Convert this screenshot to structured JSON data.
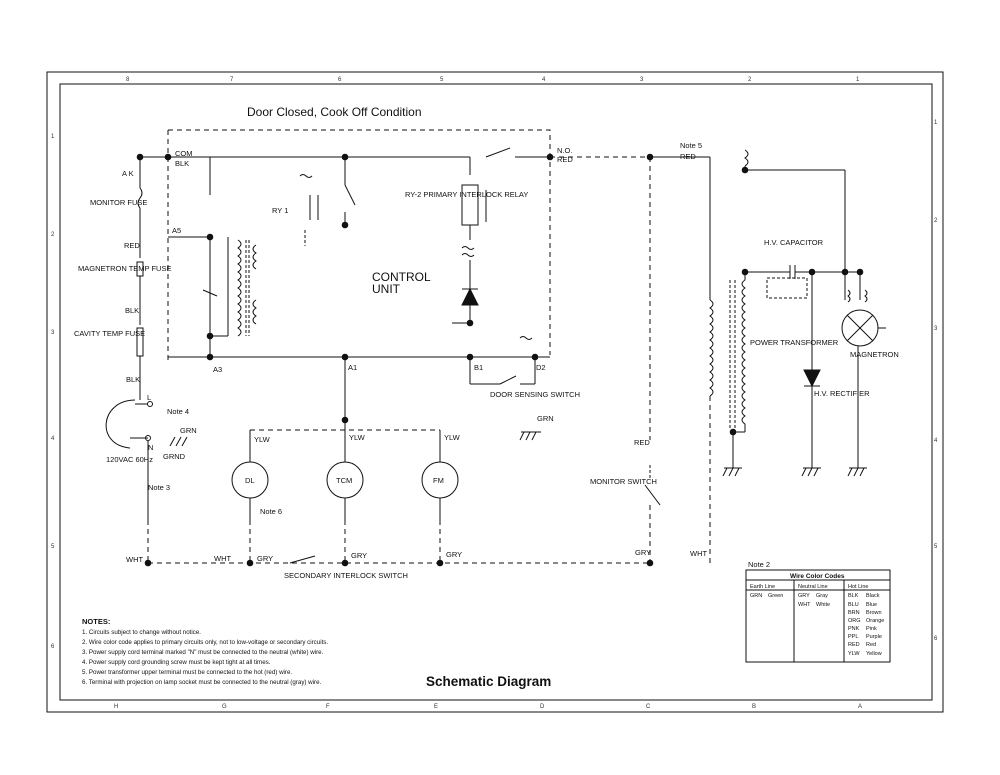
{
  "diagram": {
    "title": "Schematic Diagram",
    "condition": "Door Closed, Cook Off Condition",
    "control_unit": "CONTROL UNIT",
    "labels": {
      "com": "COM",
      "blk_top": "BLK",
      "ak": "A K",
      "monitor_fuse": "MONITOR FUSE",
      "red_left": "RED",
      "a5": "A5",
      "magnetron_temp_fuse": "MAGNETRON TEMP FUSE",
      "blk_mid": "BLK",
      "cavity_temp_fuse": "CAVITY TEMP FUSE",
      "a3": "A3",
      "a1": "A1",
      "blk_low": "BLK",
      "note4": "Note 4",
      "l": "L",
      "n": "N",
      "grn_left": "GRN",
      "grnd": "GRND",
      "vac": "120VAC 60Hz",
      "note3": "Note 3",
      "ry1": "RY 1",
      "ry2": "RY-2 PRIMARY INTERLOCK RELAY",
      "no": "N.O.",
      "red_no": "RED",
      "b1": "B1",
      "d2": "D2",
      "door_sensing_switch": "DOOR SENSING SWITCH",
      "grn_mid": "GRN",
      "ylw1": "YLW",
      "ylw2": "YLW",
      "ylw3": "YLW",
      "dl": "DL",
      "tcm": "TCM",
      "fm": "FM",
      "note6": "Note 6",
      "wht1": "WHT",
      "wht2": "WHT",
      "gry1": "GRY",
      "gry2": "GRY",
      "gry3": "GRY",
      "gry4": "GRY",
      "secondary_interlock_switch": "SECONDARY INTERLOCK SWITCH",
      "note5": "Note 5",
      "red_right": "RED",
      "red_mid": "RED",
      "monitor_switch": "MONITOR SWITCH",
      "wht_right": "WHT",
      "hv_capacitor": "H.V. CAPACITOR",
      "power_transformer": "POWER TRANSFORMER",
      "hv_rectifier": "H.V. RECTIFIER",
      "magnetron": "MAGNETRON",
      "note2": "Note 2"
    },
    "notes": {
      "heading": "NOTES:",
      "items": [
        "1. Circuits subject to change without notice.",
        "2. Wire color code applies to primary circuits only, not to low-voltage or secondary circuits.",
        "3. Power supply cord terminal marked \"N\" must be connected to the neutral (white) wire.",
        "4. Power supply cord grounding screw must be kept tight at all times.",
        "5. Power transformer upper terminal must be connected to the hot (red) wire.",
        "6. Terminal with projection on lamp socket must be connected to the neutral (gray) wire."
      ]
    },
    "wire_color_codes": {
      "title": "Wire Color Codes",
      "headers": [
        "Earth Line",
        "Neutral Line",
        "Hot Line"
      ],
      "left": [
        [
          "GRN",
          "Green"
        ]
      ],
      "mid": [
        [
          "GRY",
          "Gray"
        ],
        [
          "WHT",
          "White"
        ]
      ],
      "right": [
        [
          "BLK",
          "Black"
        ],
        [
          "BLU",
          "Blue"
        ],
        [
          "BRN",
          "Brown"
        ],
        [
          "ORG",
          "Orange"
        ],
        [
          "PNK",
          "Pink"
        ],
        [
          "PPL",
          "Purple"
        ],
        [
          "RED",
          "Red"
        ],
        [
          "YLW",
          "Yellow"
        ]
      ]
    },
    "grid": {
      "top": [
        "8",
        "7",
        "6",
        "5",
        "4",
        "3",
        "2",
        "1"
      ],
      "bottom": [
        "H",
        "G",
        "F",
        "E",
        "D",
        "C",
        "B",
        "A"
      ],
      "left": [
        "1",
        "2",
        "3",
        "4",
        "5",
        "6"
      ],
      "right": [
        "1",
        "2",
        "3",
        "4",
        "5",
        "6"
      ]
    }
  }
}
